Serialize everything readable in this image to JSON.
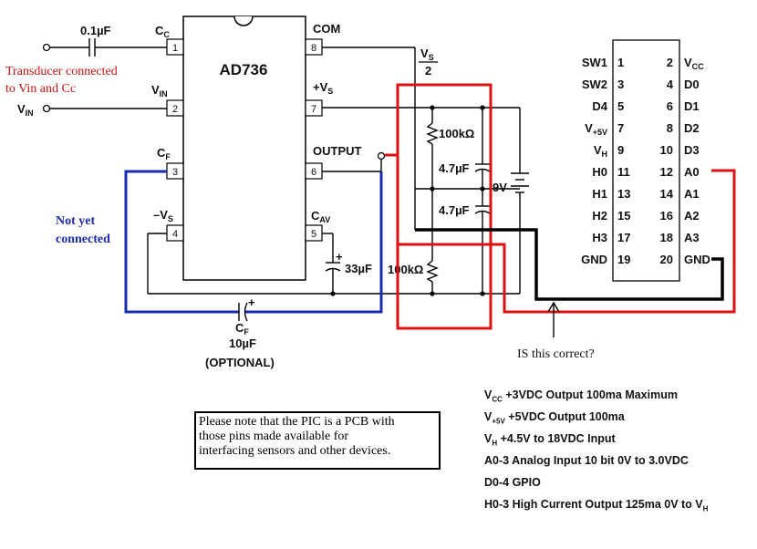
{
  "ic": {
    "name": "AD736",
    "pins": [
      "1",
      "2",
      "3",
      "4",
      "5",
      "6",
      "7",
      "8"
    ],
    "labels": {
      "cc_main": "C",
      "cc_sub": "C",
      "vin_main": "V",
      "vin_sub": "IN",
      "cf_main": "C",
      "cf_sub": "F",
      "neg_vs_main": "–V",
      "neg_vs_sub": "S",
      "com": "COM",
      "pos_vs_main": "+V",
      "pos_vs_sub": "S",
      "output": "OUTPUT",
      "cav_main": "C",
      "cav_sub": "AV"
    }
  },
  "components": {
    "c_in": "0.1µF",
    "vin_main": "V",
    "vin_sub": "IN",
    "vs2_main": "V",
    "vs2_sub": "S",
    "vs2_den": "2",
    "r_top": "100kΩ",
    "c1": "4.7µF",
    "c2": "4.7µF",
    "r_bottom": "100kΩ",
    "battery": "9V",
    "c_av": "33µF",
    "cf_main": "C",
    "cf_sub": "F",
    "cf_val": "10µF",
    "optional": "(OPTIONAL)",
    "plus": "+"
  },
  "annotations": {
    "transducer_line1": "Transducer connected",
    "transducer_line2": "to Vin and Cc",
    "not_yet_line1": "Not yet",
    "not_yet_line2": "connected",
    "question": "IS this correct?"
  },
  "header": {
    "rows": [
      {
        "left": "SW1",
        "lp": "1",
        "rp": "2",
        "right": "V",
        "right_sub": "CC"
      },
      {
        "left": "SW2",
        "lp": "3",
        "rp": "4",
        "right": "D0",
        "right_sub": ""
      },
      {
        "left": "D4",
        "lp": "5",
        "rp": "6",
        "right": "D1",
        "right_sub": ""
      },
      {
        "left": "V",
        "left_sub": "+5V",
        "lp": "7",
        "rp": "8",
        "right": "D2",
        "right_sub": ""
      },
      {
        "left": "V",
        "left_sub": "H",
        "lp": "9",
        "rp": "10",
        "right": "D3",
        "right_sub": ""
      },
      {
        "left": "H0",
        "lp": "11",
        "rp": "12",
        "right": "A0",
        "right_sub": ""
      },
      {
        "left": "H1",
        "lp": "13",
        "rp": "14",
        "right": "A1",
        "right_sub": ""
      },
      {
        "left": "H2",
        "lp": "15",
        "rp": "16",
        "right": "A2",
        "right_sub": ""
      },
      {
        "left": "H3",
        "lp": "17",
        "rp": "18",
        "right": "A3",
        "right_sub": ""
      },
      {
        "left": "GND",
        "lp": "19",
        "rp": "20",
        "right": "GND",
        "right_sub": ""
      }
    ]
  },
  "note": {
    "line1": "Please note that the PIC is a PCB with",
    "line2": "those pins made available for",
    "line3": "interfacing sensors and other devices."
  },
  "specs": [
    {
      "main": "V",
      "sub": "CC",
      "rest": " +3VDC Output 100ma Maximum",
      "tail": "",
      "tail_sub": ""
    },
    {
      "main": "V",
      "sub": "+5V",
      "rest": " +5VDC Output 100ma",
      "tail": "",
      "tail_sub": ""
    },
    {
      "main": "V",
      "sub": "H",
      "rest": " +4.5V to 18VDC Input",
      "tail": "",
      "tail_sub": ""
    },
    {
      "main": "A0-3 Analog Input 10 bit 0V to 3.0VDC",
      "sub": "",
      "rest": "",
      "tail": "",
      "tail_sub": ""
    },
    {
      "main": "D0-4 GPIO",
      "sub": "",
      "rest": "",
      "tail": "",
      "tail_sub": ""
    },
    {
      "main": "H0-3 High Current Output 125ma 0V to V",
      "sub": "",
      "rest": "",
      "tail": "",
      "tail_sub": "H"
    }
  ],
  "colors": {
    "red": "#dd1111",
    "blue": "#1a2bb0",
    "black": "#000000",
    "annotation_red": "#cc1111",
    "annotation_blue": "#1a2bb0"
  }
}
